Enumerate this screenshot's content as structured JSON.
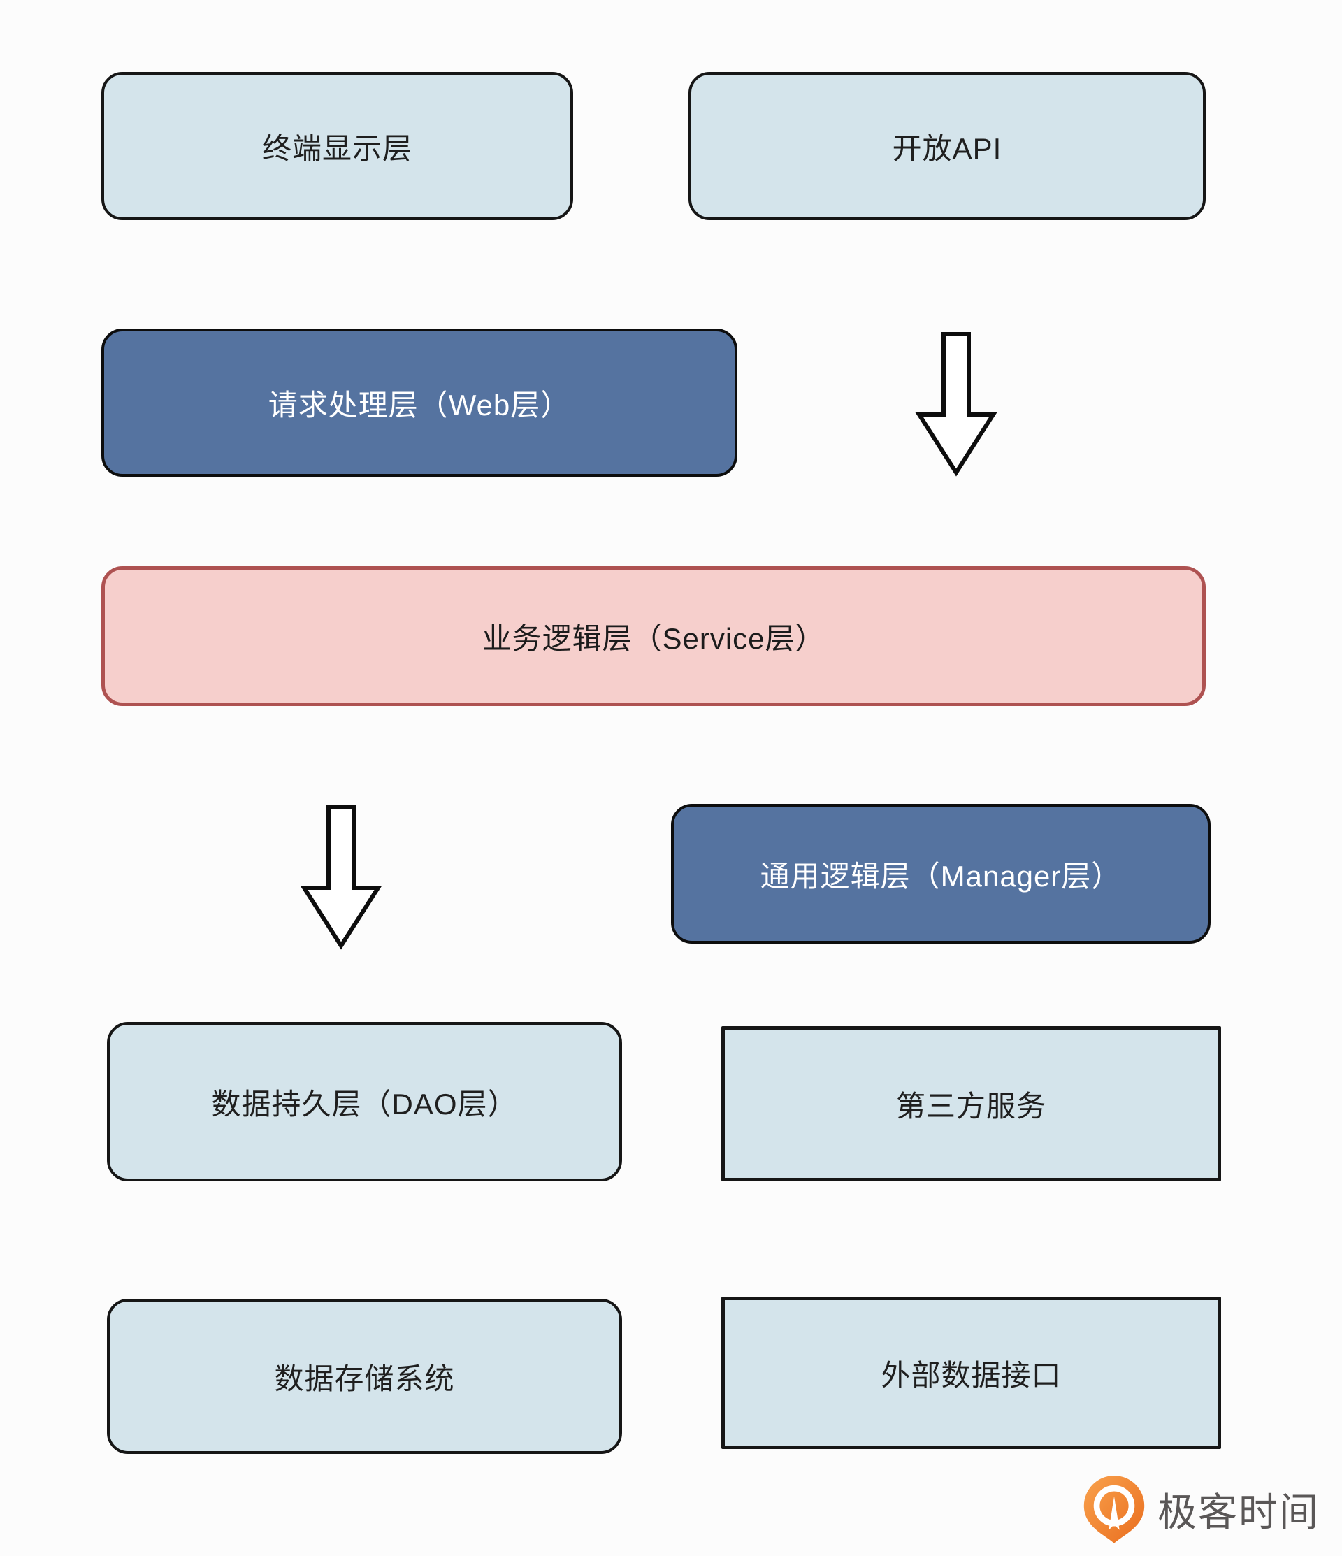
{
  "diagram_title": "layered-architecture",
  "colors": {
    "background": "#fcfcfc",
    "light_box_fill": "#d4e4eb",
    "light_box_border": "#161616",
    "blue_box_fill": "#5573a0",
    "blue_box_text": "#ffffff",
    "pink_box_fill": "#f6cfcc",
    "pink_box_border": "#ae5251",
    "arrow_fill": "#ffffff",
    "arrow_stroke": "#0d0d0d",
    "logo_orange": "#ed7a25",
    "logo_text_gray": "#5a5757"
  },
  "nodes": [
    {
      "id": "terminal-display-layer",
      "label": "终端显示层",
      "variant": "light",
      "shape": "rounded"
    },
    {
      "id": "open-api",
      "label": "开放API",
      "variant": "light",
      "shape": "rounded"
    },
    {
      "id": "web-layer",
      "label": "请求处理层（Web层）",
      "variant": "blue",
      "shape": "rounded"
    },
    {
      "id": "service-layer",
      "label": "业务逻辑层（Service层）",
      "variant": "pink",
      "shape": "rounded"
    },
    {
      "id": "manager-layer",
      "label": "通用逻辑层（Manager层）",
      "variant": "blue",
      "shape": "rounded"
    },
    {
      "id": "dao-layer",
      "label": "数据持久层（DAO层）",
      "variant": "light",
      "shape": "rounded"
    },
    {
      "id": "third-party-service",
      "label": "第三方服务",
      "variant": "light",
      "shape": "square"
    },
    {
      "id": "data-storage-system",
      "label": "数据存储系统",
      "variant": "light",
      "shape": "rounded"
    },
    {
      "id": "external-data-interface",
      "label": "外部数据接口",
      "variant": "light",
      "shape": "square"
    }
  ],
  "arrows": [
    {
      "id": "arrow-openapi-to-service",
      "direction": "down"
    },
    {
      "id": "arrow-service-to-dao",
      "direction": "down"
    }
  ],
  "watermark": {
    "text": "极客时间"
  }
}
